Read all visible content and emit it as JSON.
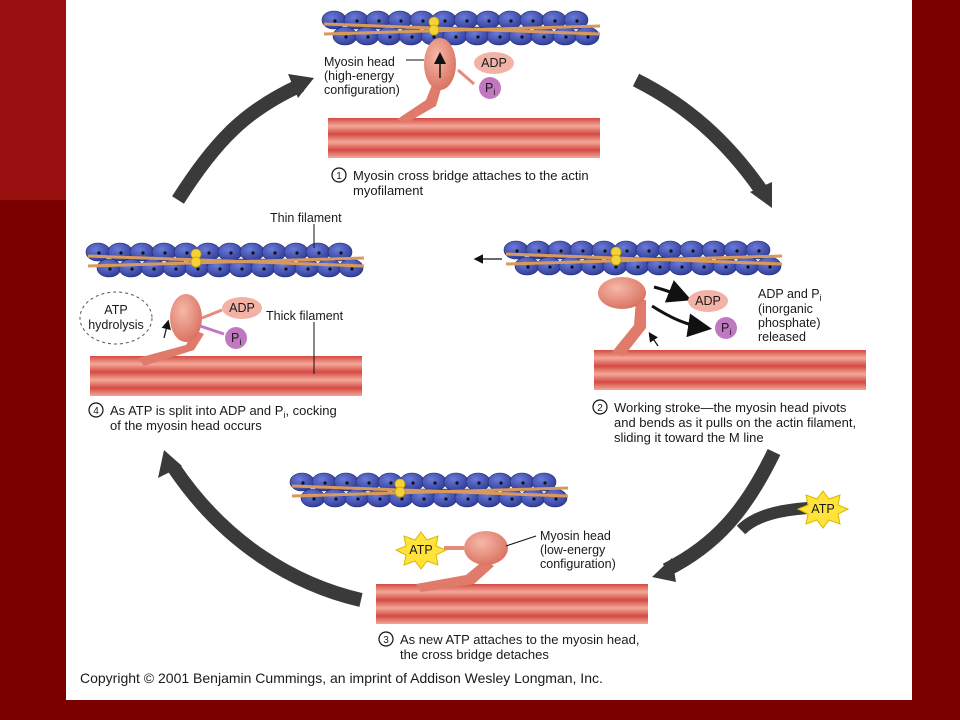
{
  "figure": {
    "colors": {
      "slide_background": "#7a0000",
      "actin_bead": "#3f4fb5",
      "tropomyosin": "#d89a5c",
      "myosin_head": "#e88a7a",
      "thick_filament": "#d9524a",
      "adp_bubble": "#f2b2a6",
      "pi_bubble": "#b05ab0",
      "atp_star": "#ffe23a",
      "cycle_arrow": "#3a3a3a"
    },
    "step1": {
      "number": "1",
      "caption_line1": "Myosin cross bridge attaches to the actin",
      "caption_line2": "myofilament",
      "head_label_line1": "Myosin head",
      "head_label_line2": "(high-energy",
      "head_label_line3": "configuration)",
      "adp": "ADP",
      "pi_main": "P",
      "pi_sub": "i"
    },
    "step2": {
      "number": "2",
      "caption_line1": "Working stroke—the myosin head pivots",
      "caption_line2": "and bends as it pulls on the actin filament,",
      "caption_line3": "sliding it toward the M line",
      "adp": "ADP",
      "pi_main": "P",
      "pi_sub": "i",
      "release_line1_main": "ADP and P",
      "release_line1_sub": "i",
      "release_line2": "(inorganic",
      "release_line3": "phosphate)",
      "release_line4": "released"
    },
    "step3": {
      "number": "3",
      "caption_line1": "As new ATP attaches to the myosin head,",
      "caption_line2": "the cross bridge detaches",
      "head_label_line1": "Myosin head",
      "head_label_line2": "(low-energy",
      "head_label_line3": "configuration)",
      "atp": "ATP",
      "incoming_atp": "ATP"
    },
    "step4": {
      "number": "4",
      "caption_line1_a": "As ATP is split into ADP and P",
      "caption_line1_sub": "i",
      "caption_line1_b": ", cocking",
      "caption_line2": "of the myosin head occurs",
      "thin_filament": "Thin filament",
      "thick_filament": "Thick filament",
      "hydrolysis_line1": "ATP",
      "hydrolysis_line2": "hydrolysis",
      "adp": "ADP",
      "pi_main": "P",
      "pi_sub": "i"
    },
    "copyright": "Copyright © 2001 Benjamin Cummings, an imprint of Addison Wesley Longman, Inc."
  }
}
